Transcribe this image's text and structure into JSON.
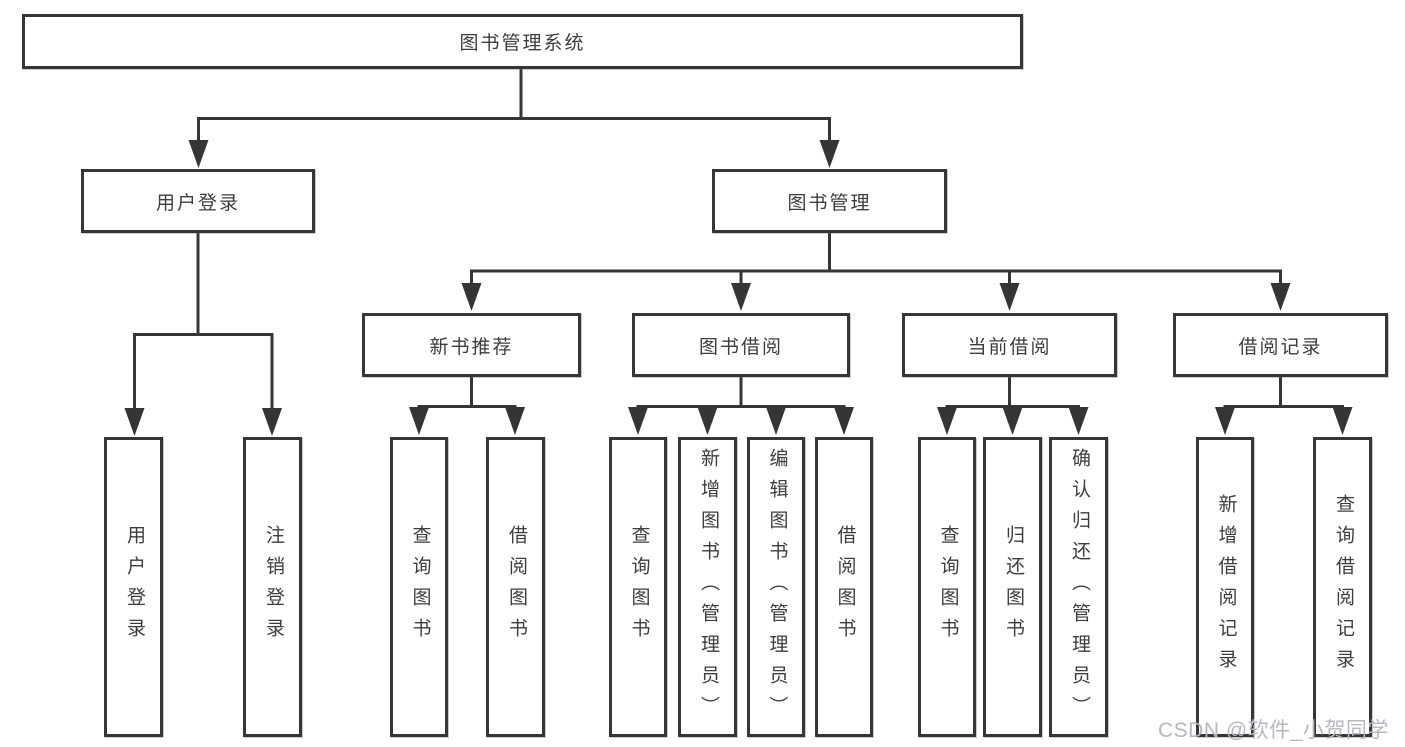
{
  "watermark": "CSDN @软件_小贺同学",
  "colors": {
    "line": "#353535",
    "text": "#3d3d3d",
    "background": "#ffffff",
    "watermark": "#b3b9bf"
  },
  "tree": {
    "root": {
      "label": "图书管理系统",
      "children": [
        {
          "label": "用户登录",
          "children": [
            {
              "label": "用户登录"
            },
            {
              "label": "注销登录"
            }
          ]
        },
        {
          "label": "图书管理",
          "children": [
            {
              "label": "新书推荐",
              "children": [
                {
                  "label": "查询图书"
                },
                {
                  "label": "借阅图书"
                }
              ]
            },
            {
              "label": "图书借阅",
              "children": [
                {
                  "label": "查询图书"
                },
                {
                  "label": "新增图书（管理员）"
                },
                {
                  "label": "编辑图书（管理员）"
                },
                {
                  "label": "借阅图书"
                }
              ]
            },
            {
              "label": "当前借阅",
              "children": [
                {
                  "label": "查询图书"
                },
                {
                  "label": "归还图书"
                },
                {
                  "label": "确认归还（管理员）"
                }
              ]
            },
            {
              "label": "借阅记录",
              "children": [
                {
                  "label": "新增借阅记录"
                },
                {
                  "label": "查询借阅记录"
                }
              ]
            }
          ]
        }
      ]
    }
  }
}
